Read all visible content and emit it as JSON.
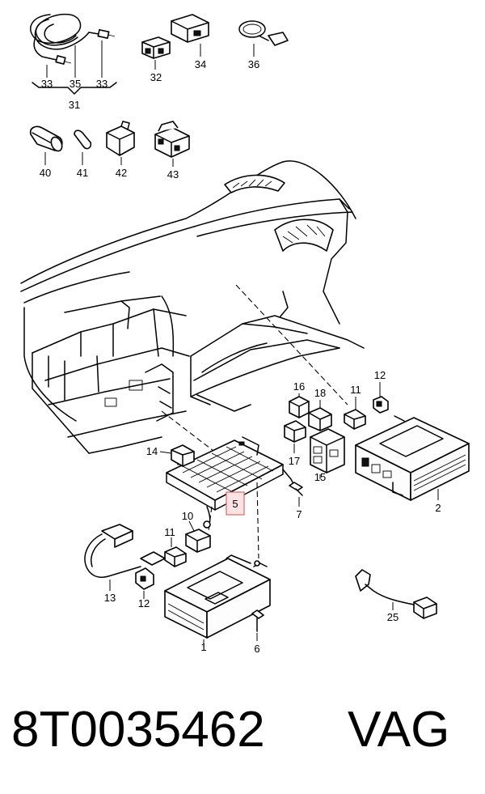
{
  "callouts": [
    {
      "id": "c33a",
      "text": "33"
    },
    {
      "id": "c35",
      "text": "35"
    },
    {
      "id": "c33b",
      "text": "33"
    },
    {
      "id": "c31",
      "text": "31"
    },
    {
      "id": "c32",
      "text": "32"
    },
    {
      "id": "c34",
      "text": "34"
    },
    {
      "id": "c36",
      "text": "36"
    },
    {
      "id": "c40",
      "text": "40"
    },
    {
      "id": "c41",
      "text": "41"
    },
    {
      "id": "c42",
      "text": "42"
    },
    {
      "id": "c43",
      "text": "43"
    },
    {
      "id": "c16",
      "text": "16"
    },
    {
      "id": "c18",
      "text": "18"
    },
    {
      "id": "c11a",
      "text": "11"
    },
    {
      "id": "c12a",
      "text": "12"
    },
    {
      "id": "c17",
      "text": "17"
    },
    {
      "id": "c15",
      "text": "15"
    },
    {
      "id": "c14",
      "text": "14"
    },
    {
      "id": "c2",
      "text": "2"
    },
    {
      "id": "c5",
      "text": "5"
    },
    {
      "id": "c7",
      "text": "7"
    },
    {
      "id": "c10",
      "text": "10"
    },
    {
      "id": "c11b",
      "text": "11"
    },
    {
      "id": "c13",
      "text": "13"
    },
    {
      "id": "c12b",
      "text": "12"
    },
    {
      "id": "c1",
      "text": "1"
    },
    {
      "id": "c6",
      "text": "6"
    },
    {
      "id": "c25",
      "text": "25"
    }
  ],
  "highlight_color": "#fbe3e3",
  "part_number": "8T0035462",
  "brand": "VAG"
}
